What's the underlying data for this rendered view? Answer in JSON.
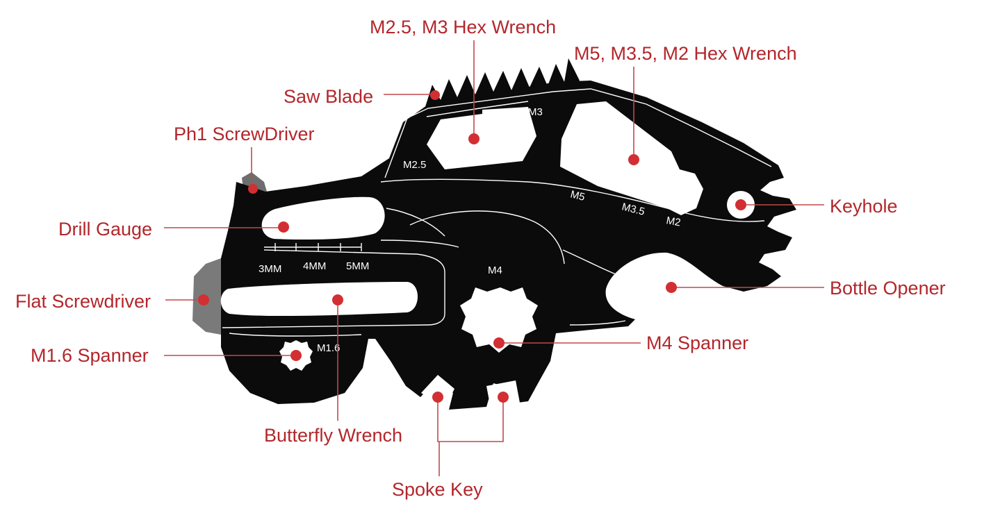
{
  "colors": {
    "callout_text": "#b3262b",
    "marker": "#d22f33",
    "leader_line": "#c4474b",
    "tool_body": "#0b0b0b",
    "tool_blade": "#777777",
    "background": "#ffffff"
  },
  "callouts": {
    "hex_m25_m3": "M2.5, M3 Hex Wrench",
    "hex_m5_m35_m2": "M5, M3.5, M2 Hex Wrench",
    "saw_blade": "Saw Blade",
    "ph1_screwdriver": "Ph1 ScrewDriver",
    "drill_gauge": "Drill Gauge",
    "flat_screwdriver": "Flat Screwdriver",
    "m16_spanner": "M1.6 Spanner",
    "butterfly_wrench": "Butterfly Wrench",
    "spoke_key": "Spoke Key",
    "m4_spanner": "M4 Spanner",
    "bottle_opener": "Bottle Opener",
    "keyhole": "Keyhole"
  },
  "engravings": {
    "m3": "M3",
    "m25": "M2.5",
    "m5": "M5",
    "m35": "M3.5",
    "m2": "M2",
    "mm3": "3MM",
    "mm4": "4MM",
    "mm5": "5MM",
    "m4": "M4",
    "m16": "M1.6"
  }
}
